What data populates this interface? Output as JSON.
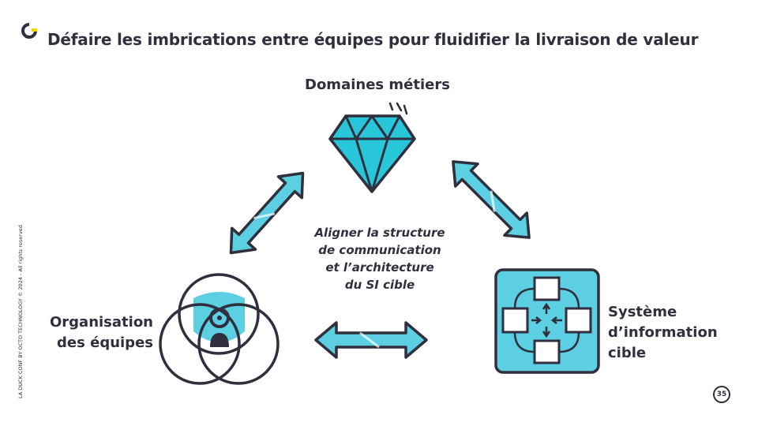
{
  "header": {
    "title": "Défaire les imbrications entre équipes pour fluidifier la livraison de valeur"
  },
  "diagram": {
    "nodes": [
      {
        "id": "domaines",
        "label": "Domaines métiers",
        "icon": "diamond-icon"
      },
      {
        "id": "organisation",
        "label_line1": "Organisation",
        "label_line2": "des équipes",
        "icon": "team-venn-icon"
      },
      {
        "id": "si",
        "label_line1": "Système",
        "label_line2": "d’information",
        "label_line3": "cible",
        "icon": "architecture-blocks-icon"
      }
    ],
    "center_text": {
      "line1": "Aligner la structure",
      "line2": "de communication",
      "line3": "et l’architecture",
      "line4": "du SI cible"
    },
    "arrows": [
      "double-arrow-icon",
      "double-arrow-icon",
      "double-arrow-icon"
    ]
  },
  "footer": {
    "side_note": "LA DUCK CONF BY OCTO TECHNOLOGY © 2024 - All rights reserved",
    "page_number": "35"
  },
  "colors": {
    "accent": "#29c5d8",
    "accent_light": "#5ccfe3",
    "ink": "#2f2f3d",
    "brand_yellow": "#f2d600"
  }
}
